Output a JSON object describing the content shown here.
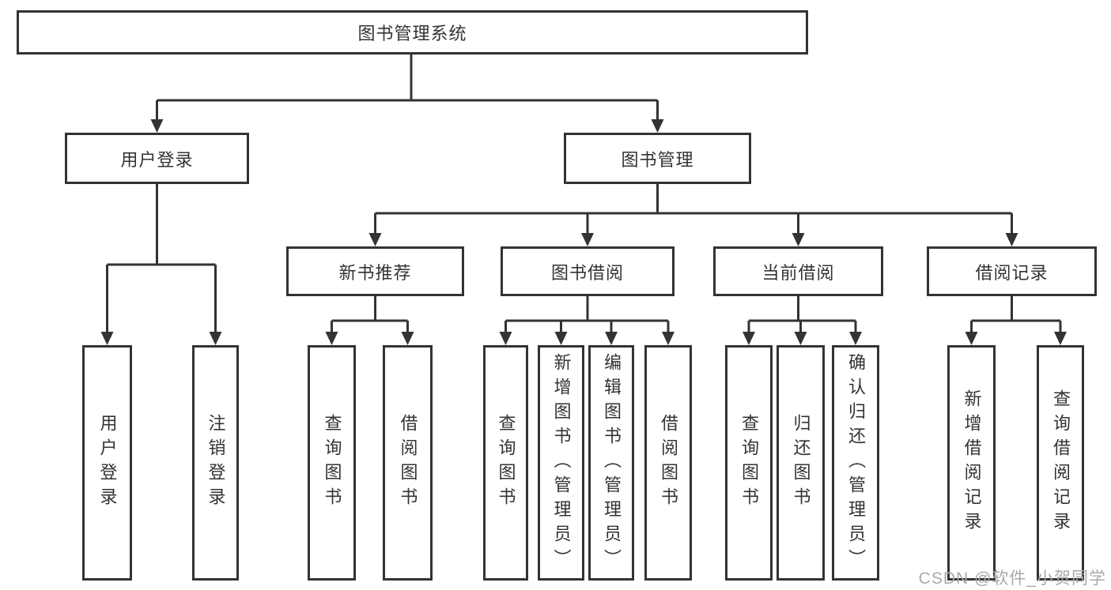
{
  "diagram": {
    "root": {
      "label": "图书管理系统"
    },
    "level2": [
      {
        "label": "用户登录"
      },
      {
        "label": "图书管理"
      }
    ],
    "level3": [
      {
        "label": "新书推荐"
      },
      {
        "label": "图书借阅"
      },
      {
        "label": "当前借阅"
      },
      {
        "label": "借阅记录"
      }
    ],
    "leaves": {
      "user_login": [
        "用户登录",
        "注销登录"
      ],
      "new_books": [
        "查询图书",
        "借阅图书"
      ],
      "book_borrow": [
        "查询图书",
        "新增图书（管理员）",
        "编辑图书（管理员）",
        "借阅图书"
      ],
      "current_borrow": [
        "查询图书",
        "归还图书",
        "确认归还（管理员）"
      ],
      "borrow_records": [
        "新增借阅记录",
        "查询借阅记录"
      ]
    }
  },
  "watermark": "CSDN @软件_小贺同学",
  "colors": {
    "line": "#333333",
    "box_border": "#333333",
    "text": "#333333",
    "watermark": "#a9a9a9",
    "background": "#ffffff"
  }
}
